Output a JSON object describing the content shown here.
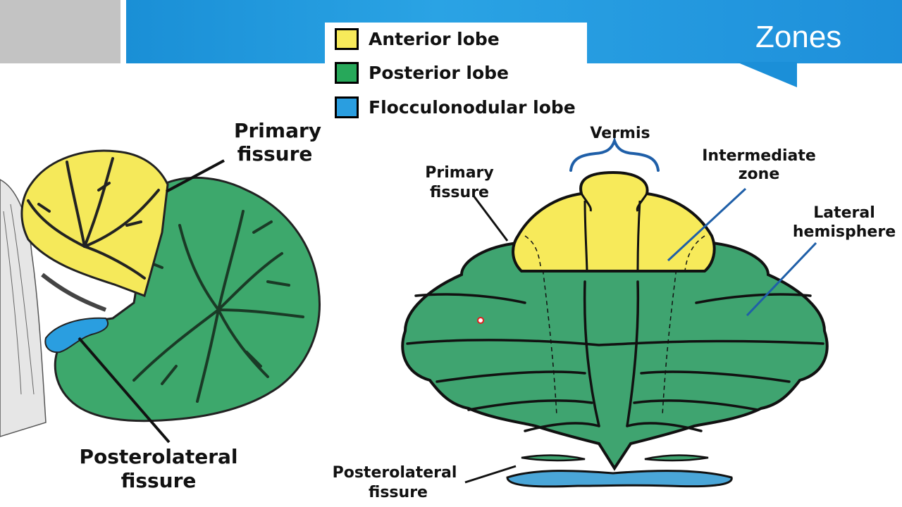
{
  "header": {
    "title": "Zones"
  },
  "legend": {
    "items": [
      {
        "label": "Anterior lobe",
        "color": "#f7ea5a"
      },
      {
        "label": "Posterior lobe",
        "color": "#27a85a"
      },
      {
        "label": "Flocculonodular lobe",
        "color": "#2a9ee0"
      }
    ]
  },
  "left_diagram": {
    "primary_fissure": [
      "Primary",
      "fissure"
    ],
    "posterolateral_fissure": [
      "Posterolateral",
      "fissure"
    ]
  },
  "right_diagram": {
    "vermis": "Vermis",
    "intermediate_zone": [
      "Intermediate",
      "zone"
    ],
    "lateral_hemisphere": [
      "Lateral",
      "hemisphere"
    ],
    "primary_fissure": [
      "Primary",
      "fissure"
    ],
    "posterolateral_fissure": [
      "Posterolateral",
      "fissure"
    ]
  },
  "colors": {
    "header_blue": "#1e96dc",
    "anterior": "#f7ea5a",
    "posterior": "#3ea874",
    "flocculonodular": "#4aa6d8",
    "leader_blue": "#1f5fa8"
  }
}
